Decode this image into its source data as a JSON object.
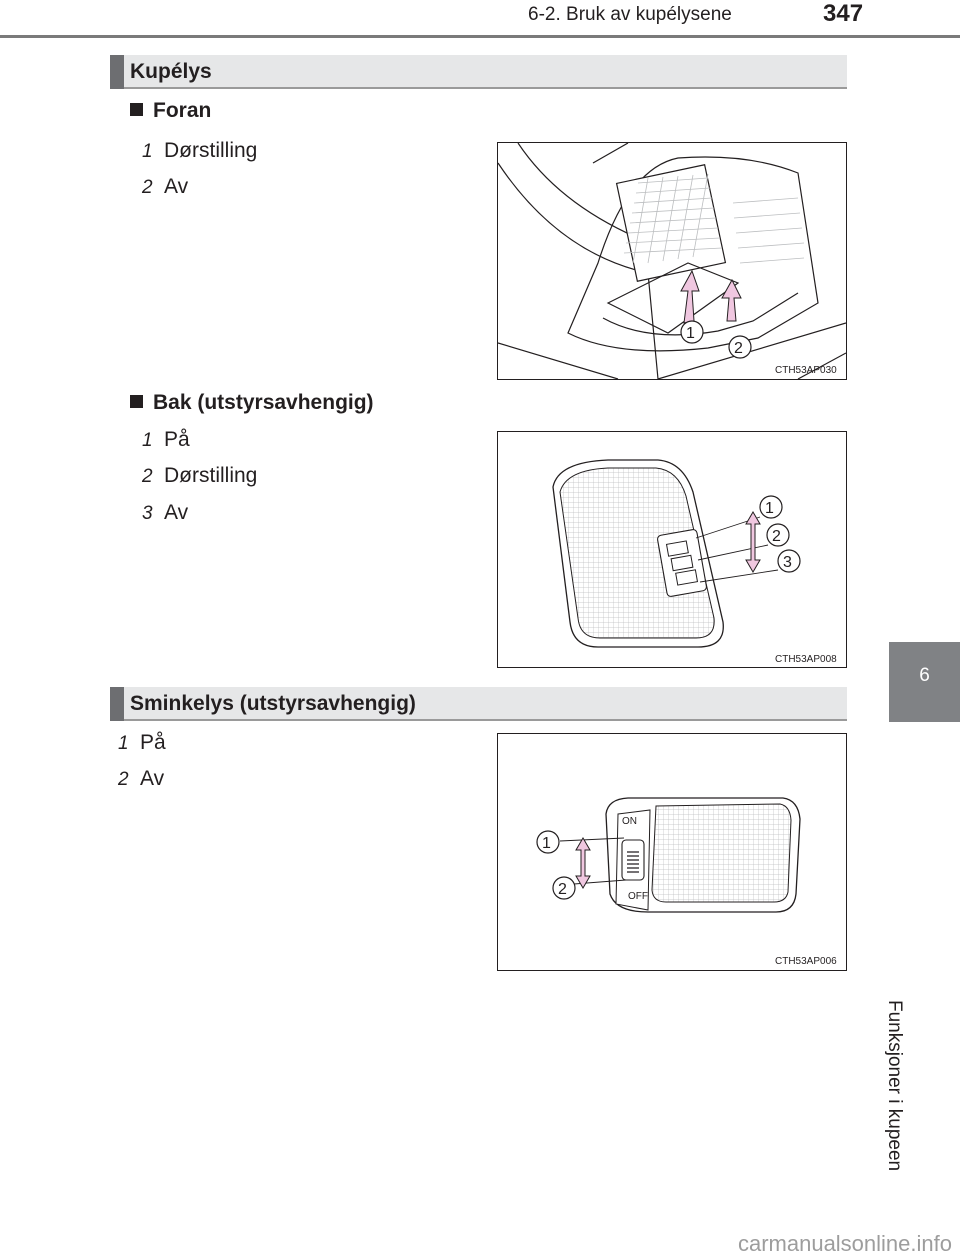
{
  "header": {
    "title": "6-2. Bruk av kupélysene",
    "page_number": "347"
  },
  "side_tab": {
    "chapter": "6",
    "label": "Funksjoner i kupeen"
  },
  "sections": [
    {
      "title": "Kupélys"
    },
    {
      "title": "Sminkelys (utstyrsavhengig)"
    }
  ],
  "front": {
    "heading": "Foran",
    "items": [
      {
        "num": "1",
        "text": "Dørstilling"
      },
      {
        "num": "2",
        "text": "Av"
      }
    ],
    "figure_code": "CTH53AP030",
    "callouts": [
      "1",
      "2"
    ]
  },
  "rear": {
    "heading": "Bak (utstyrsavhengig)",
    "items": [
      {
        "num": "1",
        "text": "På"
      },
      {
        "num": "2",
        "text": "Dørstilling"
      },
      {
        "num": "3",
        "text": "Av"
      }
    ],
    "figure_code": "CTH53AP008",
    "callouts": [
      "1",
      "2",
      "3"
    ]
  },
  "vanity": {
    "items": [
      {
        "num": "1",
        "text": "På"
      },
      {
        "num": "2",
        "text": "Av"
      }
    ],
    "figure_code": "CTH53AP006",
    "callouts": [
      "1",
      "2"
    ],
    "switch_labels": {
      "on": "ON",
      "off": "OFF"
    }
  },
  "footer": {
    "watermark": "carmanualsonline.info"
  }
}
